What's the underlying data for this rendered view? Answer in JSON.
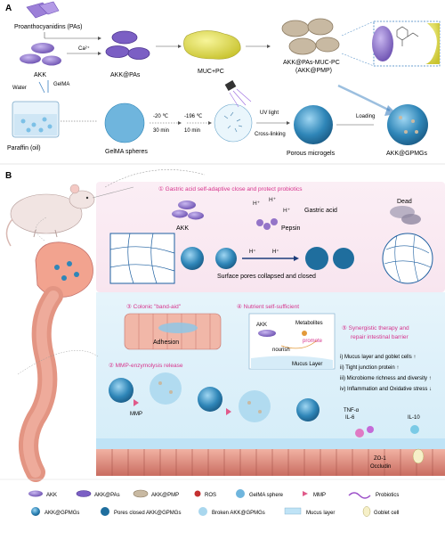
{
  "panel_a": {
    "label": "A",
    "pas": "Proanthocyanidins (PAs)",
    "ca": "Ca²⁺",
    "akk": "AKK",
    "akk_pas": "AKK@PAs",
    "muc_pc": "MUC+PC",
    "akk_pmp_1": "AKK@PAs-MUC-PC",
    "akk_pmp_2": "(AKK@PMP)",
    "water": "Water",
    "gelma": "GelMA",
    "paraffin": "Paraffin (oil)",
    "gelma_spheres": "GelMA spheres",
    "step1_temp": "-20 ℃",
    "step1_time": "30 min",
    "step2_temp": "-196 ℃",
    "step2_time": "10 min",
    "uv": "UV light",
    "crosslink": "Cross-linking",
    "porous": "Porous microgels",
    "loading": "Loading",
    "akk_gpmgs": "AKK@GPMGs"
  },
  "panel_b": {
    "label": "B",
    "s1": "① Gastric acid self-adaptive close and protect probiotics",
    "akk": "AKK",
    "h1": "H⁺",
    "h2": "H⁺",
    "h3": "H⁺",
    "gastric_acid": "Gastric acid",
    "pepsin": "Pepsin",
    "dead": "Dead",
    "pores": "Surface pores collapsed and closed",
    "s3": "③ Colonic \"band-aid\"",
    "adhesion": "Adhesion",
    "s4": "④ Nutrient self-sufficient",
    "akk2": "AKK",
    "metabolites": "Metabolites",
    "nourish": "nourish",
    "promote": "promote",
    "mucus_layer": "Mucus Layer",
    "s5_1": "⑤ Synergistic therapy and",
    "s5_2": "repair intestinal barrier",
    "r1": "i) Mucus layer and goblet cells ↑",
    "r2": "ii) Tight junction protein ↑",
    "r3": "iii) Microbiome richness and diversity ↑",
    "r4": "iv) Inflammation and Oxidative stress ↓",
    "s2": "② MMP-enzymolysis release",
    "mmp": "MMP",
    "tnf": "TNF-α",
    "il6": "IL-6",
    "il10": "IL-10",
    "zo1": "ZO-1",
    "occludin": "Occludin"
  },
  "legend": [
    {
      "label": "AKK",
      "icon": "akk-icon"
    },
    {
      "label": "AKK@PAs",
      "icon": "akk-pas-icon"
    },
    {
      "label": "AKK@PMP",
      "icon": "akk-pmp-icon"
    },
    {
      "label": "ROS",
      "icon": "ros-icon"
    },
    {
      "label": "GelMA sphere",
      "icon": "gelma-sphere-icon"
    },
    {
      "label": "MMP",
      "icon": "mmp-icon"
    },
    {
      "label": "Probiotics",
      "icon": "probiotics-icon"
    },
    {
      "label": "AKK@GPMGs",
      "icon": "akk-gpmgs-icon"
    },
    {
      "label": "Pores closed AKK@GPMGs",
      "icon": "pores-closed-icon"
    },
    {
      "label": "Broken AKK@GPMGs",
      "icon": "broken-icon"
    },
    {
      "label": "Mucus layer",
      "icon": "mucus-layer-icon"
    },
    {
      "label": "Goblet cell",
      "icon": "goblet-cell-icon"
    }
  ],
  "colors": {
    "pink_text": "#d6338c",
    "akk_purple": "#8a6fc8",
    "microgel_blue": "#2f86b8",
    "mucus": "#cfe9f7",
    "tissue": "#e89a8a"
  }
}
